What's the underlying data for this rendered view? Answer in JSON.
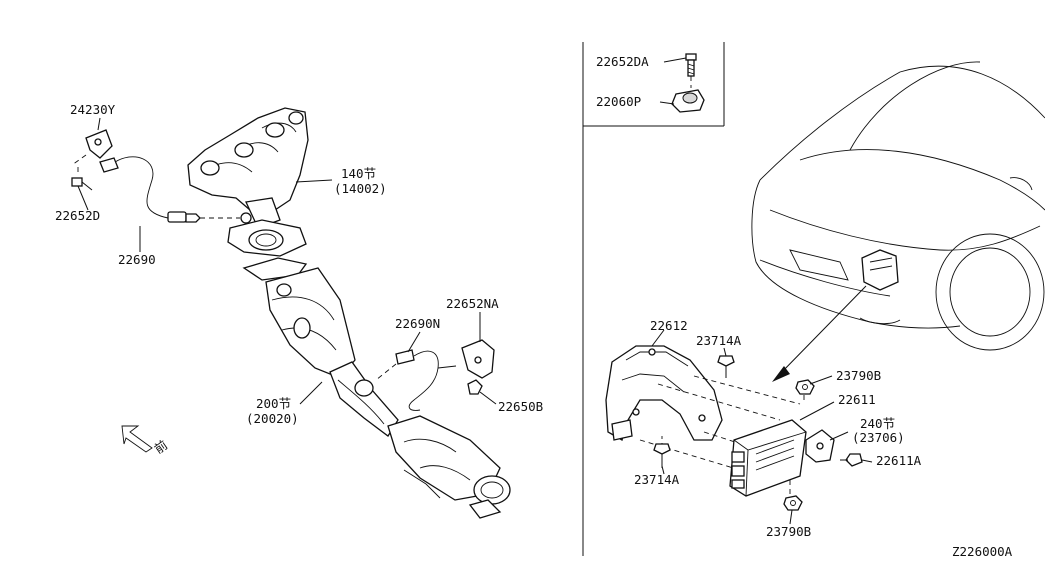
{
  "labels": {
    "l24230Y": "24230Y",
    "l22652D": "22652D",
    "l22690": "22690",
    "l140a": "140",
    "l140b": "(14002)",
    "l22690N": "22690N",
    "l22652NA": "22652NA",
    "l22650B": "22650B",
    "l200a": "200",
    "l200b": "(20020)",
    "l22652DA": "22652DA",
    "l22060P": "22060P",
    "l22612": "22612",
    "l23714A_top": "23714A",
    "l23790B_top": "23790B",
    "l22611": "22611",
    "l240a": "240",
    "l240b": "(23706)",
    "l22611A": "22611A",
    "l23714A_bot": "23714A",
    "l23790B_bot": "23790B",
    "diagram_id": "Z226000A"
  },
  "kanji": {
    "section_char": "节",
    "front_char": "前"
  }
}
